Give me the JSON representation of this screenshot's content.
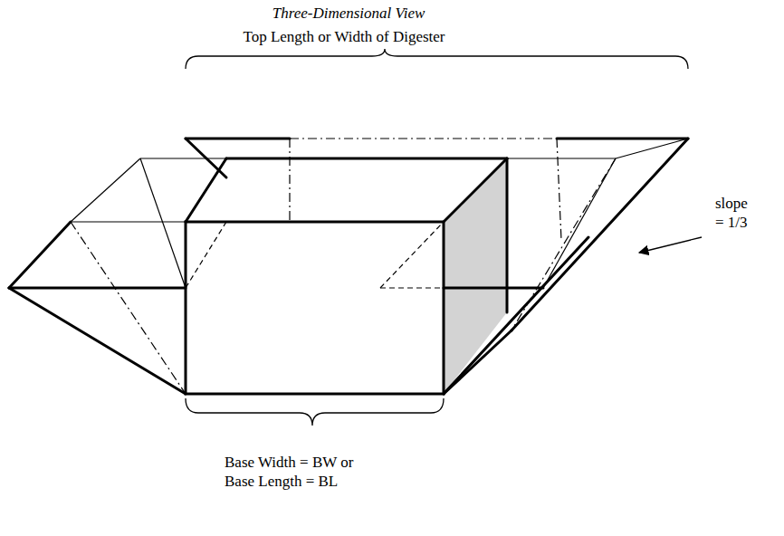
{
  "diagram": {
    "title": "Three-Dimensional View",
    "labels": [
      "Top Length or Width of Digester",
      "Base Width = BW or Base Length = BL",
      "slope = 1/3"
    ]
  }
}
